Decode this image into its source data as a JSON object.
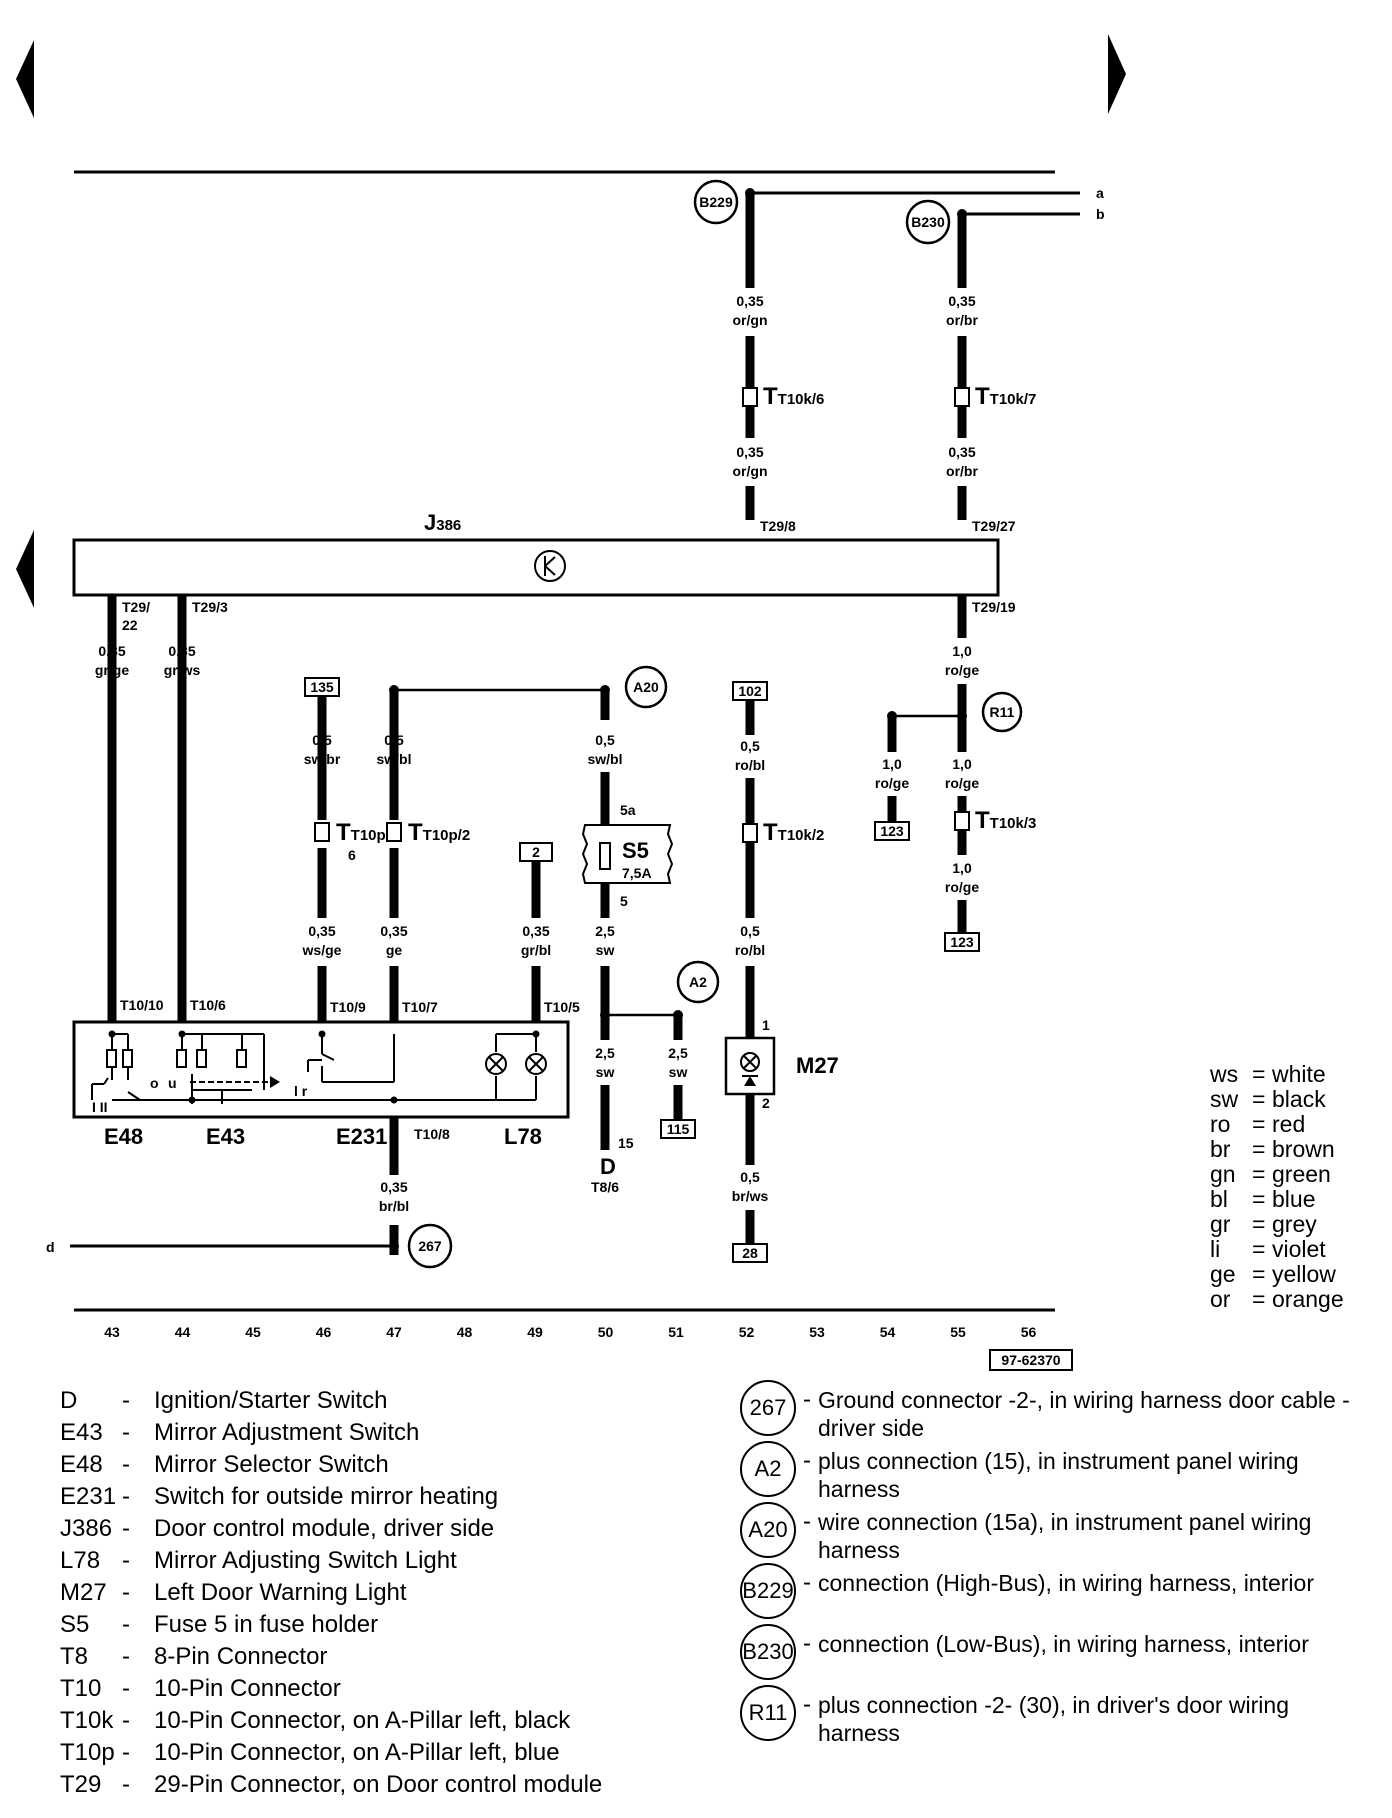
{
  "title_code": "97-62370",
  "bus_lines": {
    "a": "a",
    "b": "b",
    "d": "d"
  },
  "connectors": {
    "b229": "B229",
    "b230": "B230",
    "a20": "A20",
    "a2": "A2",
    "r11": "R11",
    "g267": "267"
  },
  "module": {
    "name_main": "J",
    "name_sub": "386"
  },
  "wires": {
    "w1_top": {
      "size": "0,35",
      "color": "or/gn"
    },
    "w1_bot": {
      "size": "0,35",
      "color": "or/gn"
    },
    "w2_top": {
      "size": "0,35",
      "color": "or/br"
    },
    "w2_bot": {
      "size": "0,35",
      "color": "or/br"
    },
    "w43": {
      "size": "0,35",
      "color": "gr/ge"
    },
    "w44": {
      "size": "0,35",
      "color": "gr/ws"
    },
    "w46a": {
      "size": "0,5",
      "color": "sw/br"
    },
    "w46b": {
      "size": "0,35",
      "color": "ws/ge"
    },
    "w47a": {
      "size": "0,5",
      "color": "sw/bl"
    },
    "w47b": {
      "size": "0,35",
      "color": "ge"
    },
    "w47c": {
      "size": "0,35",
      "color": "br/bl"
    },
    "w49": {
      "size": "0,35",
      "color": "gr/bl"
    },
    "w50a": {
      "size": "0,5",
      "color": "sw/bl"
    },
    "w50b": {
      "size": "2,5",
      "color": "sw"
    },
    "w50c": {
      "size": "2,5",
      "color": "sw"
    },
    "w51": {
      "size": "2,5",
      "color": "sw"
    },
    "w52a": {
      "size": "0,5",
      "color": "ro/bl"
    },
    "w52b": {
      "size": "0,5",
      "color": "ro/bl"
    },
    "w52c": {
      "size": "0,5",
      "color": "br/ws"
    },
    "w54": {
      "size": "1,0",
      "color": "ro/ge"
    },
    "w55a": {
      "size": "1,0",
      "color": "ro/ge"
    },
    "w55b": {
      "size": "1,0",
      "color": "ro/ge"
    },
    "w55c": {
      "size": "1,0",
      "color": "ro/ge"
    }
  },
  "pins": {
    "t29_8": "T29/8",
    "t29_27": "T29/27",
    "t29_22a": "T29/",
    "t29_22b": "22",
    "t29_3": "T29/3",
    "t29_19": "T29/19",
    "t10_10": "T10/10",
    "t10_6": "T10/6",
    "t10_9": "T10/9",
    "t10_7": "T10/7",
    "t10_5": "T10/5",
    "t10_8": "T10/8",
    "t10k6": "T10k/6",
    "t10k7": "T10k/7",
    "t10k2": "T10k/2",
    "t10k3": "T10k/3",
    "t10p6a": "T10p/",
    "t10p6b": "6",
    "t10p2": "T10p/2",
    "s5_in": "5a",
    "s5_out": "5",
    "m27_1": "1",
    "m27_2": "2",
    "d_pin": "15",
    "d_conn": "T8/6"
  },
  "refs": {
    "r135": "135",
    "r102": "102",
    "r2": "2",
    "r123a": "123",
    "r123b": "123",
    "r115": "115",
    "r28": "28"
  },
  "components": {
    "s5": "S5",
    "s5_rating": "7,5A",
    "m27": "M27",
    "d": "D",
    "e48": "E48",
    "e43": "E43",
    "e231": "E231",
    "l78": "L78",
    "e48_pos": "I II",
    "e43_pos_o": "o",
    "e43_pos_u": "u",
    "e231_pos": "l r"
  },
  "grid_numbers": [
    "43",
    "44",
    "45",
    "46",
    "47",
    "48",
    "49",
    "50",
    "51",
    "52",
    "53",
    "54",
    "55",
    "56"
  ],
  "color_codes": [
    {
      "abbr": "ws",
      "name": "white"
    },
    {
      "abbr": "sw",
      "name": "black"
    },
    {
      "abbr": "ro",
      "name": "red"
    },
    {
      "abbr": "br",
      "name": "brown"
    },
    {
      "abbr": "gn",
      "name": "green"
    },
    {
      "abbr": "bl",
      "name": "blue"
    },
    {
      "abbr": "gr",
      "name": "grey"
    },
    {
      "abbr": "li",
      "name": "violet"
    },
    {
      "abbr": "ge",
      "name": "yellow"
    },
    {
      "abbr": "or",
      "name": "orange"
    }
  ],
  "legend": [
    {
      "code": "D",
      "text": "Ignition/Starter Switch"
    },
    {
      "code": "E43",
      "text": "Mirror Adjustment Switch"
    },
    {
      "code": "E48",
      "text": "Mirror Selector Switch"
    },
    {
      "code": "E231",
      "text": "Switch for outside mirror heating"
    },
    {
      "code": "J386",
      "text": "Door control module, driver side"
    },
    {
      "code": "L78",
      "text": "Mirror Adjusting Switch Light"
    },
    {
      "code": "M27",
      "text": "Left Door Warning Light"
    },
    {
      "code": "S5",
      "text": "Fuse 5 in fuse holder"
    },
    {
      "code": "T8",
      "text": "8-Pin Connector"
    },
    {
      "code": "T10",
      "text": "10-Pin Connector"
    },
    {
      "code": "T10k",
      "text": "10-Pin Connector, on A-Pillar left, black"
    },
    {
      "code": "T10p",
      "text": "10-Pin Connector, on A-Pillar left, blue"
    },
    {
      "code": "T29",
      "text": "29-Pin Connector, on Door control module"
    }
  ],
  "legend_circles": [
    {
      "code": "267",
      "text": "Ground connector -2-, in wiring harness door cable - driver side"
    },
    {
      "code": "A2",
      "text": "plus connection (15), in instrument panel wiring harness"
    },
    {
      "code": "A20",
      "text": "wire connection (15a), in instrument panel wiring harness"
    },
    {
      "code": "B229",
      "text": "connection (High-Bus), in wiring harness, interior"
    },
    {
      "code": "B230",
      "text": "connection (Low-Bus), in wiring harness, interior"
    },
    {
      "code": "R11",
      "text": "plus connection -2- (30), in driver's door wiring harness"
    }
  ]
}
